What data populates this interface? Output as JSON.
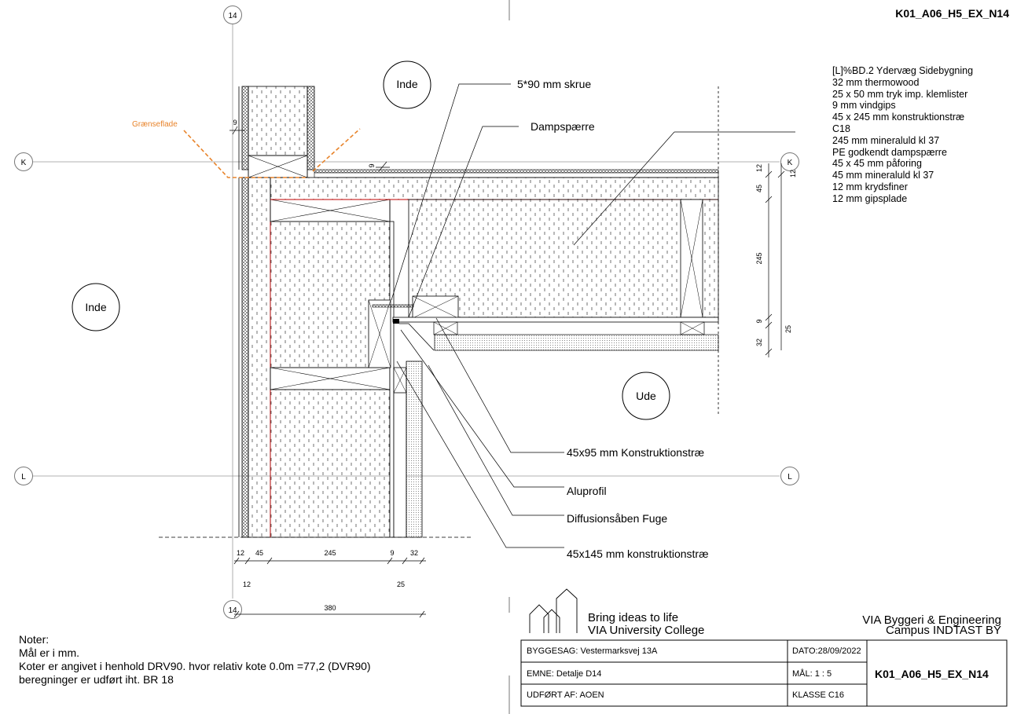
{
  "sheet_id": "K01_A06_H5_EX_N14",
  "grid_labels": {
    "g14_top": "14",
    "g14_bottom": "14",
    "k_left": "K",
    "k_right": "K",
    "l_left": "L",
    "l_right": "L"
  },
  "room_labels": {
    "inde_top": "Inde",
    "inde_left": "Inde",
    "ude": "Ude"
  },
  "boundary_label": "Grænseflade",
  "callouts": {
    "screw": "5*90 mm skrue",
    "vapour_barrier": "Dampspærre",
    "timber_45x95": "45x95 mm Konstruktionstræ",
    "aluprofil": "Aluprofil",
    "joint": "Diffusionsåben Fuge",
    "timber_45x145": "45x145 mm konstruktionstræ"
  },
  "spec": [
    "[L]%BD.2 Ydervæg Sidebygning",
    "32 mm thermowood",
    "25 x 50 mm tryk imp. klemlister",
    "9 mm vindgips",
    "45 x 245 mm konstruktionstræ",
    "C18",
    "245 mm mineraluld kl 37",
    "PE godkendt dampspærre",
    "45 x 45 mm påforing",
    "45 mm mineraluld kl 37",
    "12 mm krydsfiner",
    "12 mm gipsplade"
  ],
  "dims": {
    "top_9": "9",
    "roof_9": "9",
    "r_12a": "12",
    "r_12b": "12",
    "r_45": "45",
    "r_245": "245",
    "r_9": "9",
    "r_32": "32",
    "r_25": "25",
    "b_12": "12",
    "b_45": "45",
    "b_245": "245",
    "b_9": "9",
    "b_32": "32",
    "b_12_low": "12",
    "b_25_low": "25",
    "b_380": "380"
  },
  "notes": [
    "Noter:",
    "Mål er i mm.",
    "Koter er angivet i henhold DRV90. hvor relativ kote 0.0m =77,2 (DVR90)",
    "beregninger er udført iht. BR 18"
  ],
  "brand": {
    "tagline": "Bring ideas to life",
    "college": "VIA University College",
    "dept": "VIA Byggeri & Engineering",
    "campus": "Campus INDTAST BY"
  },
  "title_block": {
    "byggesag": "BYGGESAG: Vestermarksvej 13A",
    "dato": "DATO:28/09/2022",
    "emne": "EMNE: Detalje D14",
    "maal": "MÅL:  1 : 5",
    "udfoert": "UDFØRT AF: AOEN",
    "klasse": "KLASSE   C16",
    "sheet": "K01_A06_H5_EX_N14"
  },
  "colors": {
    "boundary": "#e8832a",
    "red_line": "#c00000"
  }
}
